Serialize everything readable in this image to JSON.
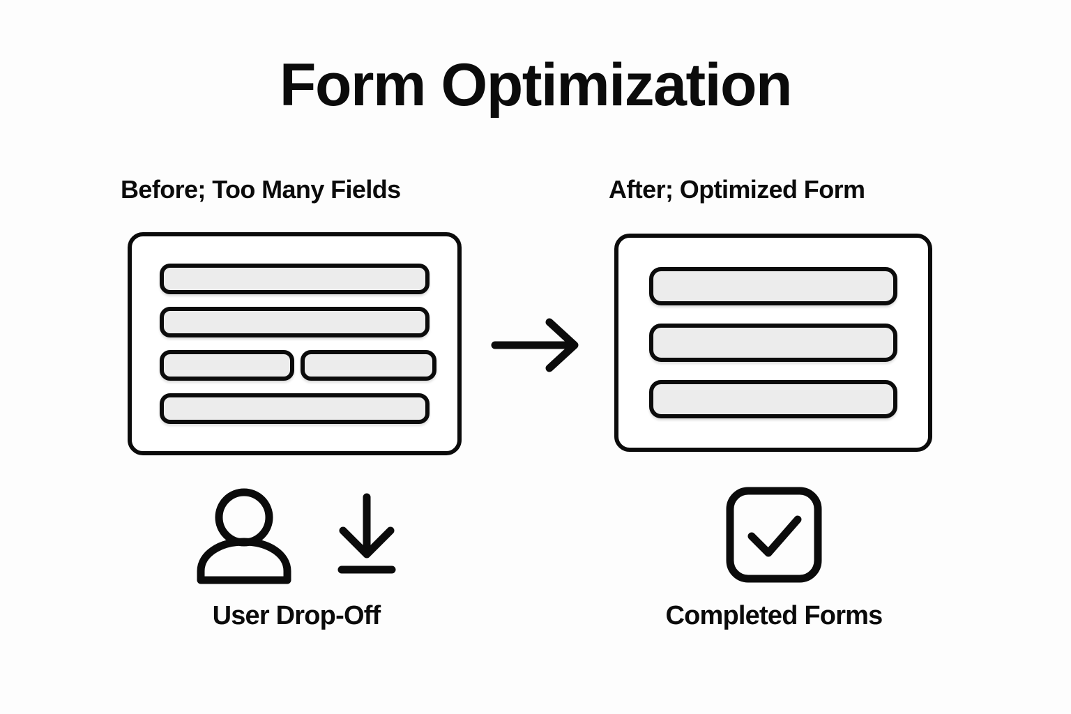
{
  "page": {
    "title": "Form Optimization",
    "background_color": "#fdfdfd",
    "ink_color": "#0b0b0b",
    "field_fill_color": "#ececec"
  },
  "comparison": {
    "before": {
      "heading": "Before; Too Many Fields",
      "card": {
        "field_count": 5,
        "rows": [
          {
            "type": "full",
            "fields": [
              "field-1"
            ]
          },
          {
            "type": "full",
            "fields": [
              "field-2"
            ]
          },
          {
            "type": "split",
            "fields": [
              "field-3-left",
              "field-3-right"
            ]
          },
          {
            "type": "full",
            "fields": [
              "field-4"
            ]
          }
        ]
      },
      "outcome": {
        "label": "User Drop-Off",
        "icons": [
          "user-icon",
          "down-arrow-icon"
        ]
      }
    },
    "after": {
      "heading": "After; Optimized Form",
      "card": {
        "field_count": 3,
        "rows": [
          {
            "type": "full",
            "fields": [
              "field-1"
            ]
          },
          {
            "type": "full",
            "fields": [
              "field-2"
            ]
          },
          {
            "type": "full",
            "fields": [
              "field-3"
            ]
          }
        ]
      },
      "outcome": {
        "label": "Completed Forms",
        "icons": [
          "checkbox-checked-icon"
        ]
      }
    },
    "connector": {
      "icon": "right-arrow-icon",
      "direction": "right"
    }
  }
}
